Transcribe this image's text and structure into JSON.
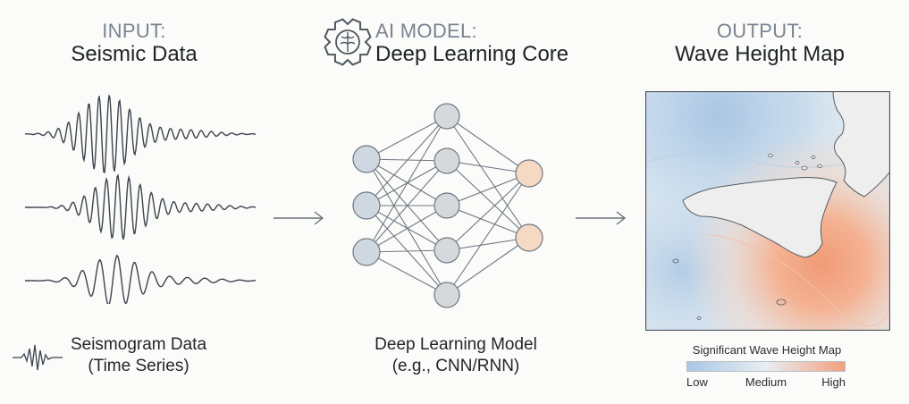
{
  "input": {
    "kicker": "INPUT:",
    "title": "Seismic Data",
    "legend_line1": "Seismogram Data",
    "legend_line2": "(Time Series)",
    "icon": "seismogram-icon"
  },
  "model": {
    "kicker": "AI MODEL:",
    "title": "Deep Learning Core",
    "caption_line1": "Deep Learning Model",
    "caption_line2": "(e.g., CNN/RNN)",
    "icon": "gear-brain-icon",
    "layers": [
      3,
      5,
      2
    ]
  },
  "output": {
    "kicker": "OUTPUT:",
    "title": "Wave Height Map",
    "map_caption": "Significant Wave Height Map",
    "scale_low": "Low",
    "scale_medium": "Medium",
    "scale_high": "High"
  },
  "colors": {
    "low": "#a9c6e4",
    "mid": "#e8eef2",
    "high": "#f3a07e",
    "node_blue": "#cfd7e1",
    "node_gray": "#d6d9dc",
    "node_orange": "#f6d9c2",
    "line": "#5d6670"
  }
}
